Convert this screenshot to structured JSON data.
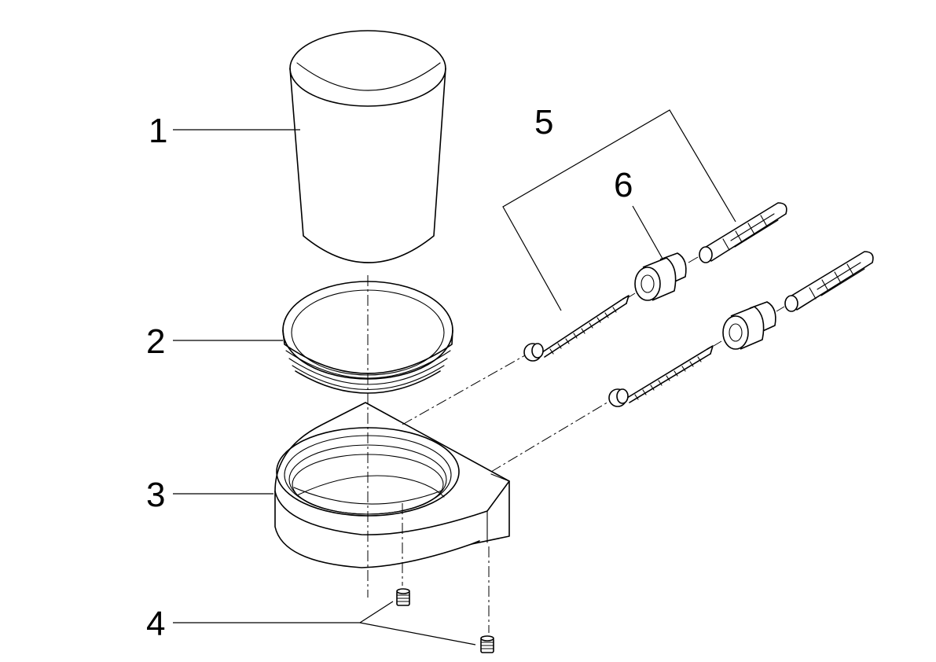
{
  "part_labels": {
    "p1": "1",
    "p2": "2",
    "p3": "3",
    "p4": "4",
    "p5": "5",
    "p6": "6"
  }
}
